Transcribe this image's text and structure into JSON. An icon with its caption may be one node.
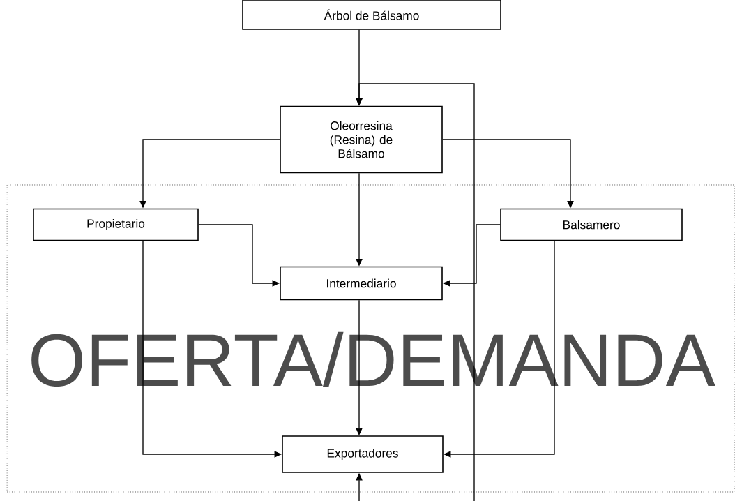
{
  "diagram": {
    "nodes": [
      {
        "text": [
          "Árbol de Bálsamo"
        ]
      },
      {
        "text": [
          "Oleorresina (Resina) de Bálsamo"
        ]
      },
      {
        "text": [
          "OFERTA/DEMANDA"
        ]
      },
      {
        "text": [
          "Propietario"
        ],
        "in": 2
      },
      {
        "text": [
          "Balsamero"
        ],
        "in": 2
      },
      {
        "text": [
          "Intermediario"
        ],
        "in": 2
      },
      {
        "text": [
          "Exportadores"
        ],
        "in": 2
      }
    ],
    "edges": [
      {
        "from": 0,
        "to": 1,
        "arrow": "to"
      },
      {
        "from": null,
        "to": 1,
        "arrow": "to"
      },
      {
        "from": 1,
        "to": 3,
        "arrow": "to"
      },
      {
        "from": 1,
        "to": 5,
        "arrow": "to"
      },
      {
        "from": 1,
        "to": 4,
        "arrow": "to"
      },
      {
        "from": 3,
        "to": 5,
        "arrow": "to"
      },
      {
        "from": 4,
        "to": 5,
        "arrow": "to"
      },
      {
        "from": 3,
        "to": 6,
        "arrow": "to"
      },
      {
        "from": 4,
        "to": 6,
        "arrow": "to"
      },
      {
        "from": 5,
        "to": 6,
        "arrow": "to"
      },
      {
        "from": null,
        "to": 6,
        "arrow": "to"
      }
    ]
  }
}
